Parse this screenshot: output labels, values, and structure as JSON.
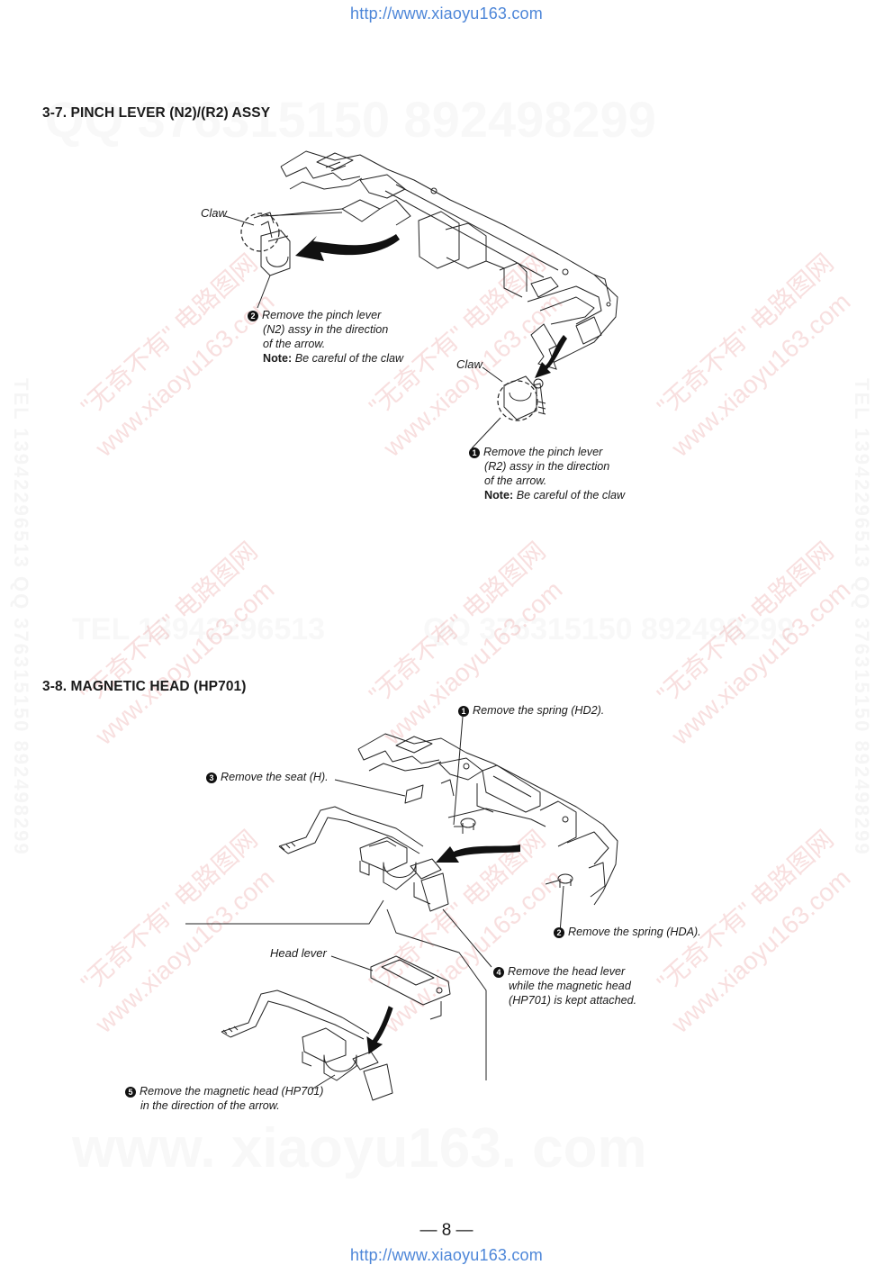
{
  "header_url": "http://www.xiaoyu163.com",
  "footer_url": "http://www.xiaoyu163.com",
  "page_number": "— 8 —",
  "watermarks": {
    "qq": "QQ 376315150  892498299",
    "tel_mid": "TEL 13942296513",
    "qq_mid": "QQ 376315150  892498299",
    "site_big": "www. xiaoyu163. com",
    "vertical": "TEL 13942296513  QQ 376315150  892498299",
    "red_cn": "\"无奇不有\" 电路图网",
    "red_url": "www.xiaoyu163.com"
  },
  "section_37": {
    "title": "3-7. PINCH LEVER (N2)/(R2) ASSY",
    "claw_label_1": "Claw",
    "claw_label_2": "Claw",
    "step2": {
      "num": "2",
      "line1": "Remove the pinch lever",
      "line2": "(N2) assy in the direction",
      "line3": "of the arrow.",
      "note_label": "Note:",
      "note_text": "Be careful of the claw"
    },
    "step1": {
      "num": "1",
      "line1": "Remove the pinch lever",
      "line2": "(R2) assy in the direction",
      "line3": "of the arrow.",
      "note_label": "Note:",
      "note_text": "Be careful of the claw"
    }
  },
  "section_38": {
    "title": "3-8. MAGNETIC HEAD (HP701)",
    "step1": {
      "num": "1",
      "text": "Remove the spring (HD2)."
    },
    "step2": {
      "num": "2",
      "text": "Remove the spring (HDA)."
    },
    "step3": {
      "num": "3",
      "text": "Remove the seat (H)."
    },
    "step4": {
      "num": "4",
      "line1": "Remove the head lever",
      "line2": "while the magnetic head",
      "line3": "(HP701) is kept attached."
    },
    "step5": {
      "num": "5",
      "line1": "Remove the magnetic head (HP701)",
      "line2": "in the direction of the arrow."
    },
    "head_lever_label": "Head lever"
  }
}
